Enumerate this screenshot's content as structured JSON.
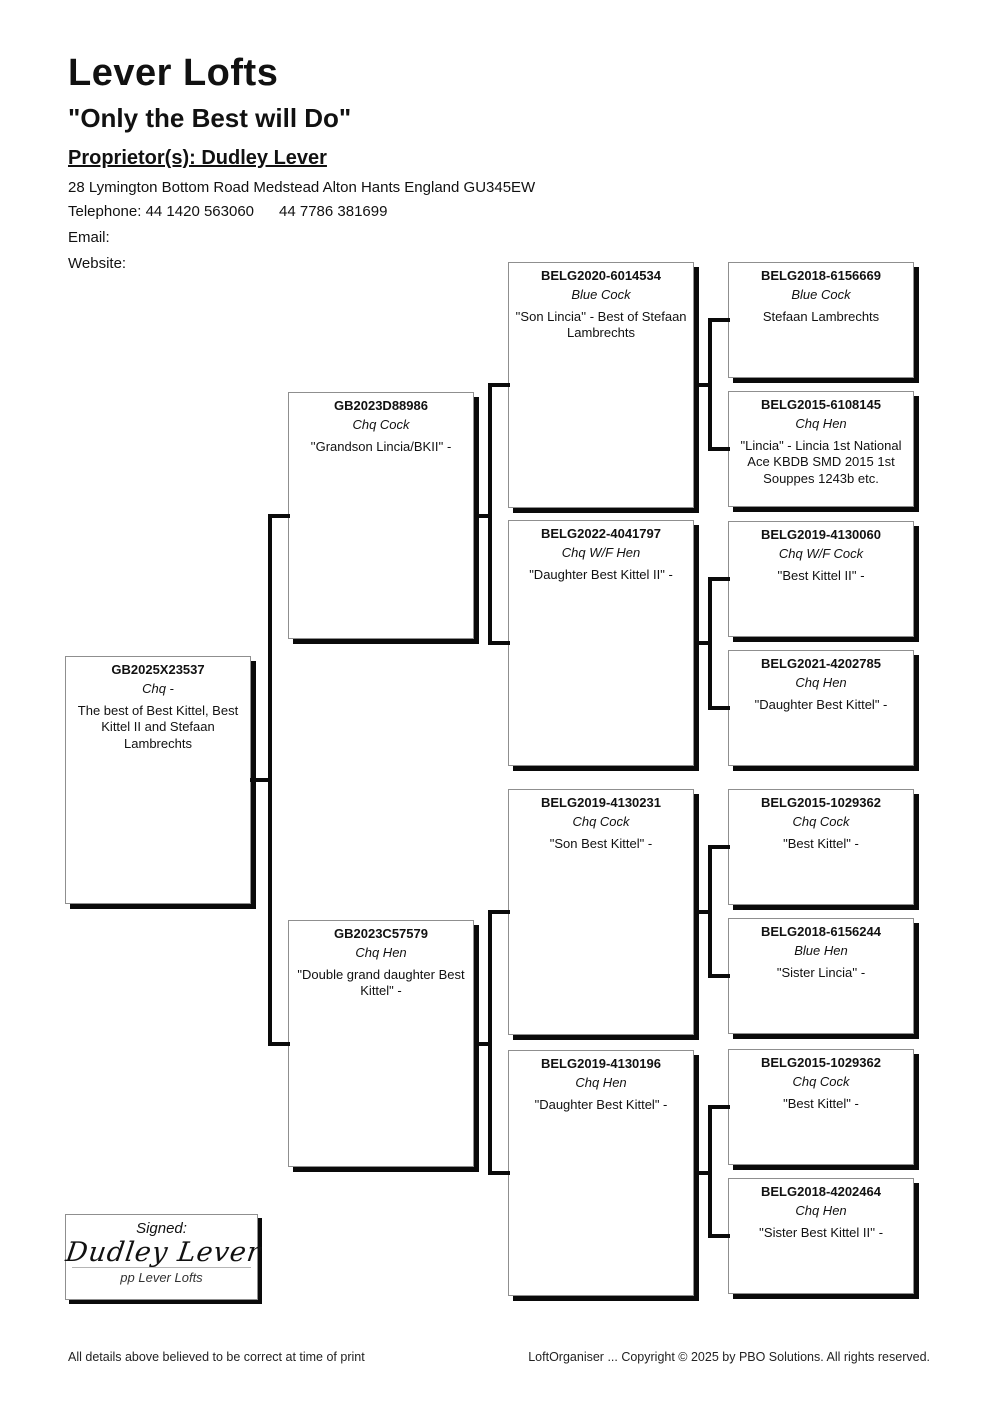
{
  "header": {
    "loft_name": "Lever Lofts",
    "motto": "\"Only the Best will Do\"",
    "proprietor": "Proprietor(s): Dudley Lever",
    "address": "28 Lymington Bottom Road Medstead Alton Hants England GU345EW",
    "telephone": "Telephone: 44 1420 563060      44 7786 381699",
    "email_label": "Email:",
    "website_label": "Website:"
  },
  "pedigree": {
    "subject": {
      "ring": "GB2025X23537",
      "type": "Chq -",
      "desc": "The best of Best Kittel, Best Kittel II and Stefaan Lambrechts"
    },
    "gen2": [
      {
        "ring": "GB2023D88986",
        "type": "Chq Cock",
        "desc": "''Grandson Lincia/BKII'' -"
      },
      {
        "ring": "GB2023C57579",
        "type": "Chq Hen",
        "desc": "\"Double grand daughter Best Kittel\" -"
      }
    ],
    "gen3": [
      {
        "ring": "BELG2020-6014534",
        "type": "Blue Cock",
        "desc": "''Son Lincia'' - Best of Stefaan Lambrechts"
      },
      {
        "ring": "BELG2022-4041797",
        "type": "Chq W/F Hen",
        "desc": "\"Daughter Best Kittel II\" -"
      },
      {
        "ring": "BELG2019-4130231",
        "type": "Chq Cock",
        "desc": "\"Son Best Kittel\" -"
      },
      {
        "ring": "BELG2019-4130196",
        "type": "Chq Hen",
        "desc": "\"Daughter Best Kittel\" -"
      }
    ],
    "gen4": [
      {
        "ring": "BELG2018-6156669",
        "type": "Blue Cock",
        "desc": "Stefaan Lambrechts"
      },
      {
        "ring": "BELG2015-6108145",
        "type": "Chq Hen",
        "desc": "\"Lincia\" - Lincia 1st National Ace KBDB SMD 2015 1st Souppes 1243b etc."
      },
      {
        "ring": "BELG2019-4130060",
        "type": "Chq W/F Cock",
        "desc": "''Best Kittel II'' -"
      },
      {
        "ring": "BELG2021-4202785",
        "type": "Chq Hen",
        "desc": "\"Daughter Best Kittel\" -"
      },
      {
        "ring": "BELG2015-1029362",
        "type": "Chq Cock",
        "desc": "\"Best Kittel\" -"
      },
      {
        "ring": "BELG2018-6156244",
        "type": "Blue Hen",
        "desc": "\"Sister Lincia'' -"
      },
      {
        "ring": "BELG2015-1029362",
        "type": "Chq Cock",
        "desc": "\"Best Kittel\" -"
      },
      {
        "ring": "BELG2018-4202464",
        "type": "Chq Hen",
        "desc": "''Sister Best Kittel II'' -"
      }
    ]
  },
  "signature": {
    "signed_label": "Signed:",
    "name": "Dudley Lever",
    "pp_line": "pp Lever Lofts"
  },
  "footer": {
    "left": "All details above believed to be correct at time of print",
    "right": "LoftOrganiser ... Copyright © 2025 by PBO Solutions. All rights reserved."
  }
}
